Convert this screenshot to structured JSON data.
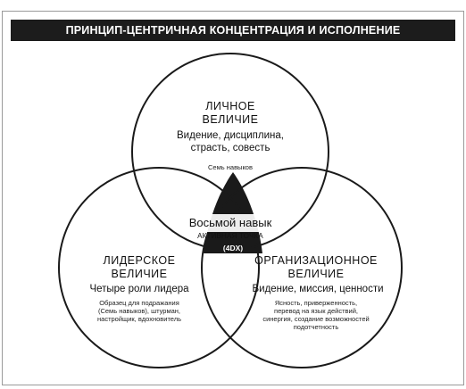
{
  "title": "ПРИНЦИП-ЦЕНТРИЧНАЯ КОНЦЕНТРАЦИЯ И ИСПОЛНЕНИЕ",
  "personal": {
    "heading_line1": "ЛИЧНОЕ",
    "heading_line2": "ВЕЛИЧИЕ",
    "qualities_line1": "Видение, дисциплина,",
    "qualities_line2": "страсть, совесть",
    "note": "Семь навыков"
  },
  "leadership": {
    "heading_line1": "ЛИДЕРСКОЕ",
    "heading_line2": "ВЕЛИЧИЕ",
    "qualities": "Четыре роли лидера",
    "note_line1": "Образец для подражания",
    "note_line2": "(Семь навыков), штурман,",
    "note_line3": "настройщик, вдохновитель"
  },
  "organizational": {
    "heading_line1": "ОРГАНИЗАЦИОННОЕ",
    "heading_line2": "ВЕЛИЧИЕ",
    "qualities": "Видение, миссия, ценности",
    "note_line1": "Ясность, приверженность,",
    "note_line2": "перевод на язык действий,",
    "note_line3": "синергия, создание возможностей",
    "note_line4": "подотчетность"
  },
  "center": {
    "title": "Восьмой навык",
    "subtitle": "АКТИВНАЯ ТОЧКА",
    "badge": "(4DX)"
  },
  "colors": {
    "title_bar": "#1c1c1c",
    "circles": "#1a1a1a",
    "center_triangle": "#1a1a1a",
    "frame": "#9a9a9a"
  }
}
